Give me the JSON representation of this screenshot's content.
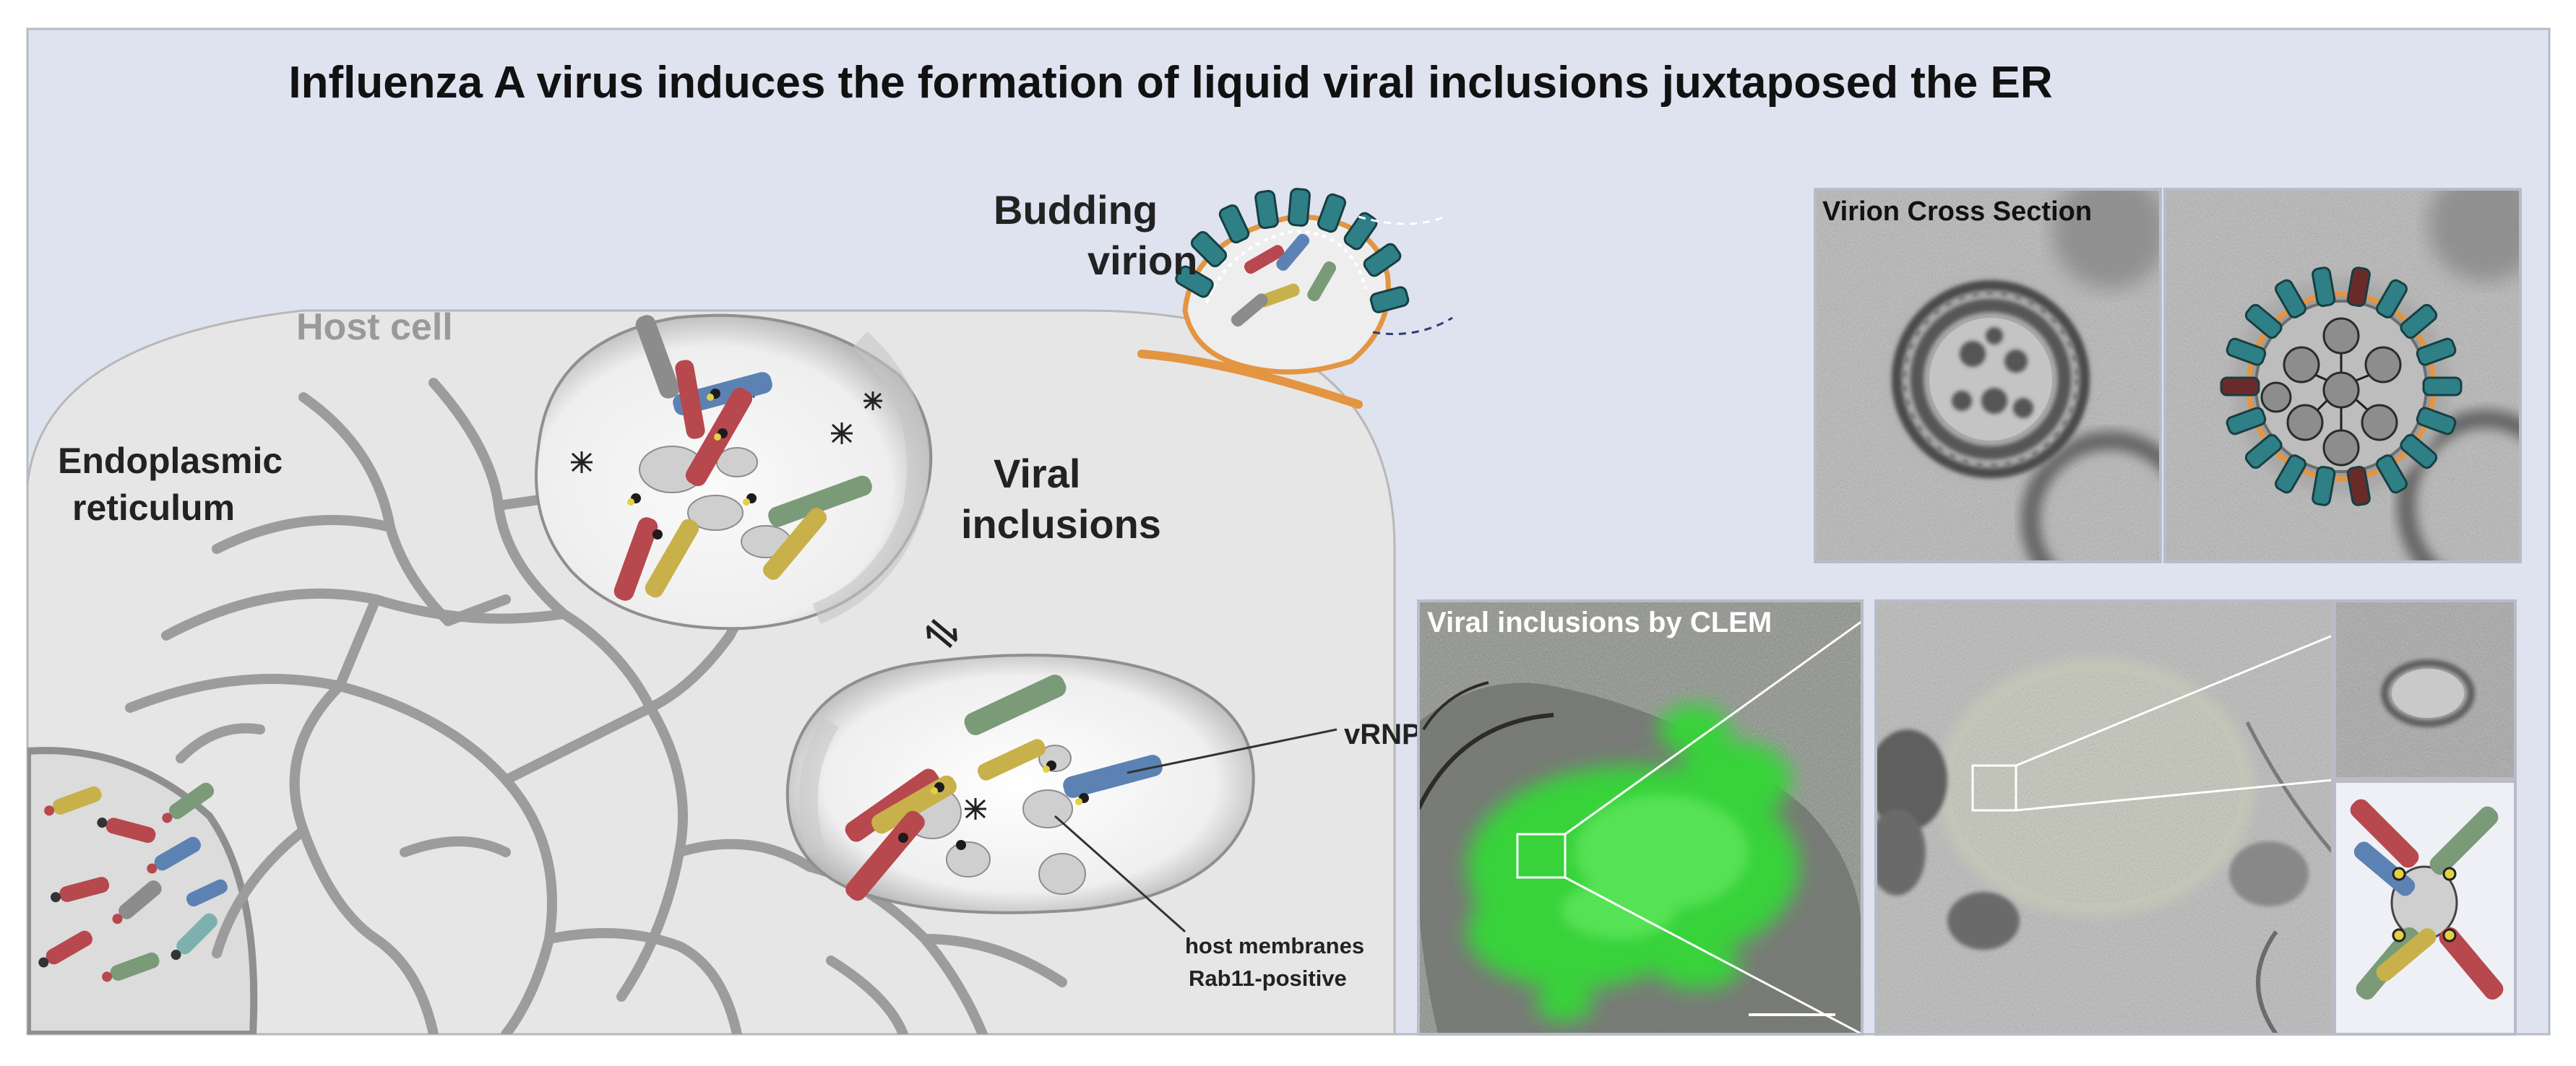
{
  "title": "Influenza A virus induces the formation of liquid viral inclusions juxtaposed the ER",
  "labels": {
    "host_cell": "Host cell",
    "er_line1": "Endoplasmic",
    "er_line2": "reticulum",
    "viral_line1": "Viral",
    "viral_line2": "inclusions",
    "budding_line1": "Budding",
    "budding_line2": "virion",
    "vrnp": "vRNP",
    "membranes_line1": "host membranes",
    "membranes_line2": "Rab11-positive",
    "equilibrium": "⇌"
  },
  "panels": {
    "virion_cross_section": "Virion Cross Section",
    "viral_inclusions_clem": "Viral inclusions by CLEM"
  },
  "colors": {
    "panel_background": "#dfe2ef",
    "cell": "#e7e7e7",
    "er": "#9a9a9a",
    "glycoprotein": "#2f7f86",
    "envelope": "#e09a4c",
    "fluorescence": "#38d23a",
    "vrnp_red": "#b7484e",
    "vrnp_blue": "#5c82b4",
    "vrnp_green": "#7a9a78",
    "vrnp_yellow": "#c8b14a",
    "vrnp_gray": "#8c8c8c"
  }
}
